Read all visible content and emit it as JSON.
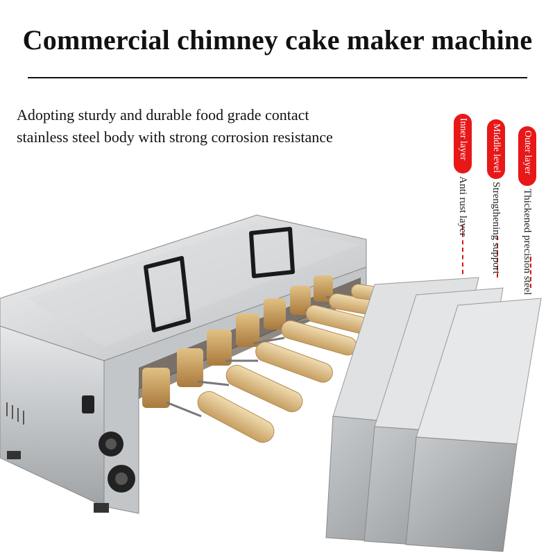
{
  "title": "Commercial chimney cake maker machine",
  "description": {
    "line1": "Adopting sturdy and durable food grade contact",
    "line2": "stainless steel body with strong corrosion resistance"
  },
  "layers": [
    {
      "badge": "Inner layer",
      "text": "Anti rust layer"
    },
    {
      "badge": "Middle level",
      "text": "Strengthening support"
    },
    {
      "badge": "Outer layer",
      "text": "Thickened precision steel"
    }
  ],
  "colors": {
    "accent": "#e81818",
    "steel": "#b8bbbe",
    "wood": "#d9b983"
  }
}
